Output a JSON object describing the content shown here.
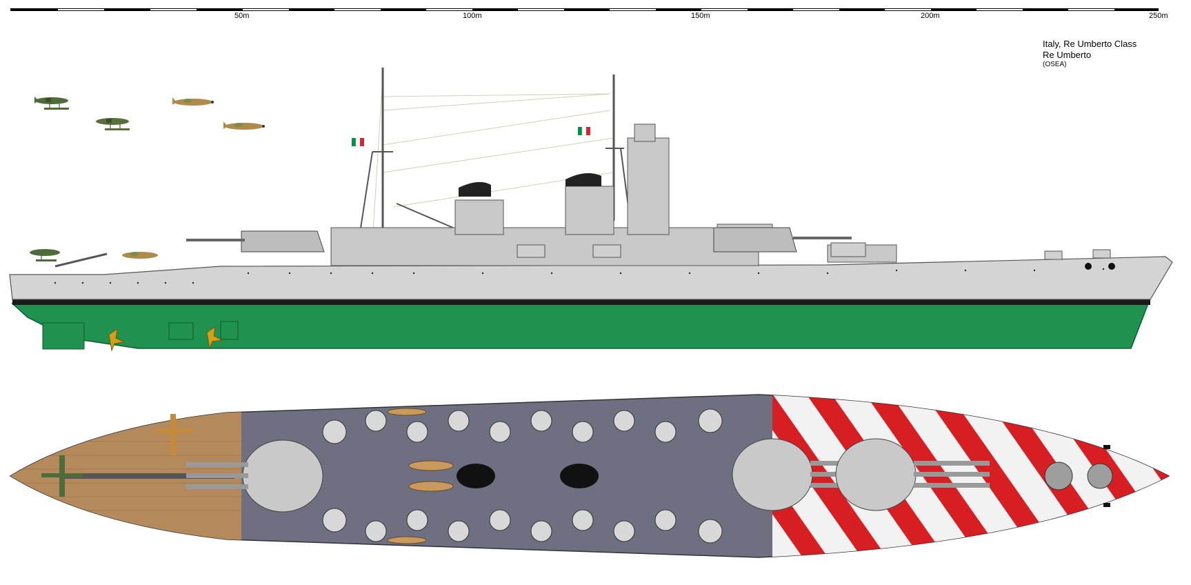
{
  "scale_bar": {
    "unit_labels": [
      "50m",
      "100m",
      "150m",
      "200m",
      "250m"
    ]
  },
  "title_block": {
    "line1": "Italy, Re Umberto Class",
    "line2": "Re Umberto",
    "line3": "(OSEA)"
  },
  "colors": {
    "hull_grey": "#d4d4d4",
    "hull_green": "#20914f",
    "deck_grey": "#6e6f80",
    "wood_deck": "#b48a5c",
    "dazzle_red": "#d71e23",
    "dazzle_white": "#f2f2f2",
    "boot_top": "#1a1a1a",
    "italian_flag": [
      "#009246",
      "#ffffff",
      "#ce2b37"
    ]
  },
  "views": [
    "side-profile",
    "top-plan"
  ]
}
